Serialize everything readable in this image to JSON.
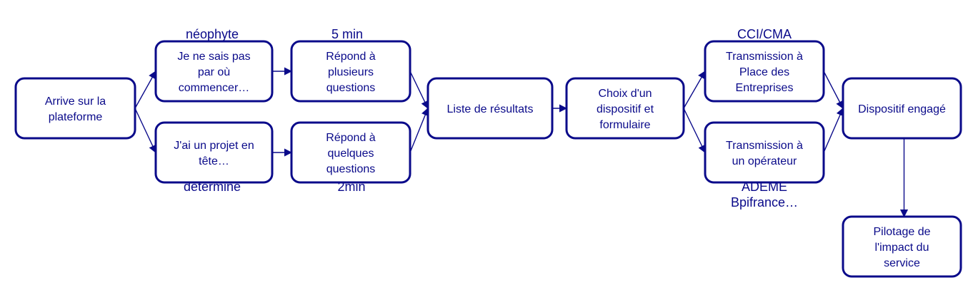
{
  "colors": {
    "stroke": "#0a0a8a",
    "text": "#0a0a8a",
    "background": "#ffffff"
  },
  "nodes": [
    {
      "id": "arrive",
      "lines": [
        "Arrive sur la",
        "plateforme"
      ]
    },
    {
      "id": "neophyte",
      "lines": [
        "Je ne sais pas",
        "par où",
        "commencer…"
      ]
    },
    {
      "id": "projet",
      "lines": [
        "J'ai un projet en",
        "tête…"
      ]
    },
    {
      "id": "plusieurs",
      "lines": [
        "Répond à",
        "plusieurs",
        "questions"
      ]
    },
    {
      "id": "quelques",
      "lines": [
        "Répond à",
        "quelques",
        "questions"
      ]
    },
    {
      "id": "liste",
      "lines": [
        "Liste de résultats"
      ]
    },
    {
      "id": "choix",
      "lines": [
        "Choix d'un",
        "dispositif et",
        "formulaire"
      ]
    },
    {
      "id": "place",
      "lines": [
        "Transmission à",
        "Place des",
        "Entreprises"
      ]
    },
    {
      "id": "operateur",
      "lines": [
        "Transmission à",
        "un opérateur"
      ]
    },
    {
      "id": "engage",
      "lines": [
        "Dispositif engagé"
      ]
    },
    {
      "id": "pilotage",
      "lines": [
        "Pilotage de",
        "l'impact du",
        "service"
      ]
    }
  ],
  "tags": [
    {
      "id": "tag-neophyte",
      "text": "néophyte"
    },
    {
      "id": "tag-5min",
      "text": "5 min"
    },
    {
      "id": "tag-determine",
      "text": "déterminé"
    },
    {
      "id": "tag-2min",
      "text": "2min"
    },
    {
      "id": "tag-cci",
      "text": "CCI/CMA"
    },
    {
      "id": "tag-ademe",
      "text": "ADEME"
    },
    {
      "id": "tag-bpi",
      "text": "Bpifrance…"
    }
  ],
  "edges": [
    {
      "from": "arrive",
      "to": "neophyte"
    },
    {
      "from": "arrive",
      "to": "projet"
    },
    {
      "from": "neophyte",
      "to": "plusieurs"
    },
    {
      "from": "projet",
      "to": "quelques"
    },
    {
      "from": "plusieurs",
      "to": "liste"
    },
    {
      "from": "quelques",
      "to": "liste"
    },
    {
      "from": "liste",
      "to": "choix"
    },
    {
      "from": "choix",
      "to": "place"
    },
    {
      "from": "choix",
      "to": "operateur"
    },
    {
      "from": "place",
      "to": "engage"
    },
    {
      "from": "operateur",
      "to": "engage"
    },
    {
      "from": "engage",
      "to": "pilotage"
    }
  ]
}
